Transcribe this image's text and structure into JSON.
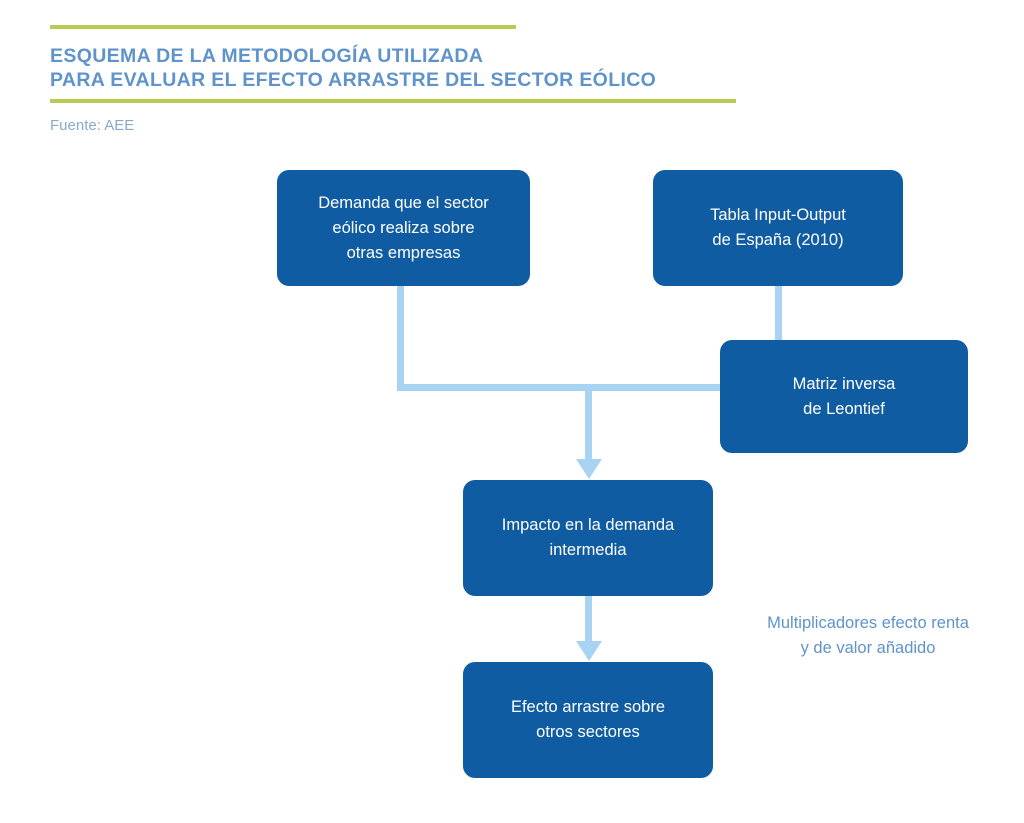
{
  "header": {
    "title": "ESQUEMA DE LA METODOLOGÍA UTILIZADA\nPARA EVALUAR EL EFECTO ARRASTRE DEL SECTOR EÓLICO",
    "source": "Fuente: AEE",
    "rule_color": "#b5cc52",
    "title_color": "#5f93cb",
    "source_color": "#8aa9c9"
  },
  "diagram": {
    "type": "flowchart",
    "node_color": "#105ca2",
    "node_text_color": "#ffffff",
    "connector_color": "#a9d3f2",
    "nodes": [
      {
        "id": "demanda",
        "label": "Demanda que el sector\neólico realiza sobre\notras empresas"
      },
      {
        "id": "tabla",
        "label": "Tabla Input-Output\nde España (2010)"
      },
      {
        "id": "matriz",
        "label": "Matriz inversa\nde Leontief"
      },
      {
        "id": "impacto",
        "label": "Impacto en la demanda\nintermedia"
      },
      {
        "id": "efecto",
        "label": "Efecto arrastre sobre\notros sectores"
      }
    ],
    "edges": [
      {
        "from": "demanda",
        "to": "impacto"
      },
      {
        "from": "tabla",
        "to": "matriz"
      },
      {
        "from": "matriz",
        "to": "impacto"
      },
      {
        "from": "impacto",
        "to": "efecto"
      }
    ],
    "annotation": "Multiplicadores efecto renta\ny de valor añadido"
  }
}
